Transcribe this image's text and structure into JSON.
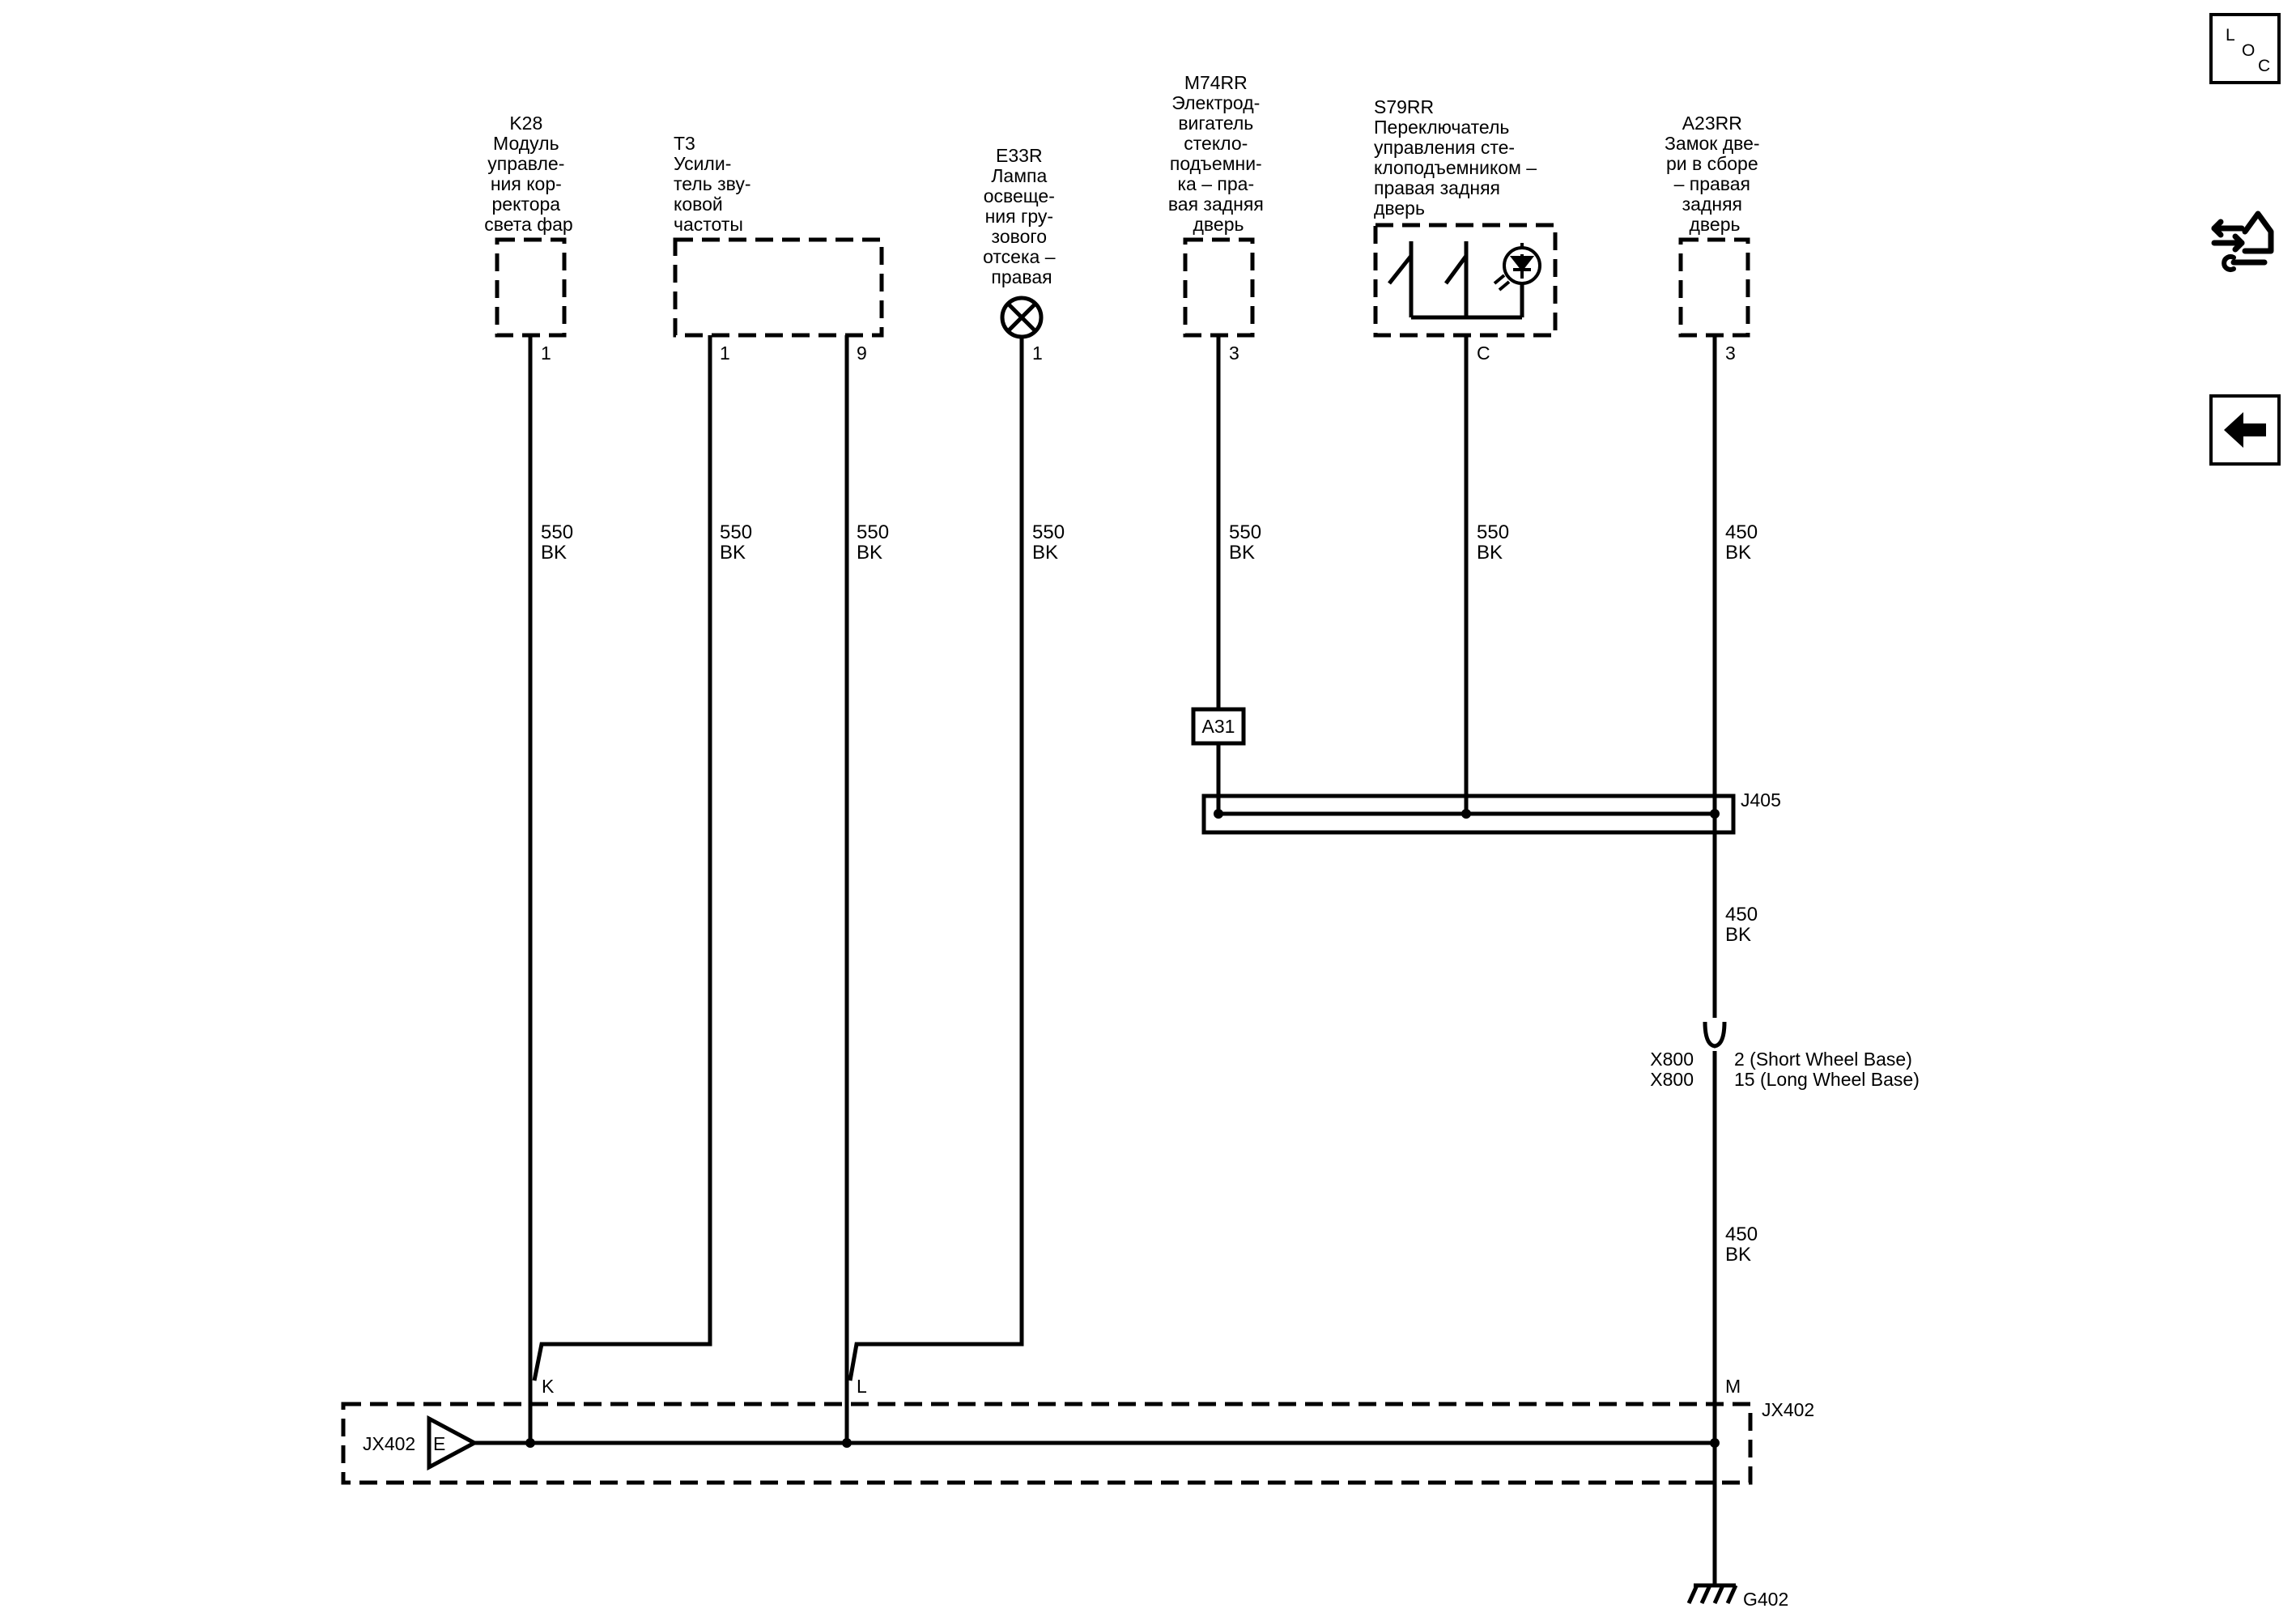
{
  "components": [
    {
      "id": "K28",
      "lines": [
        "K28",
        "Модуль",
        "управле-",
        "ния кор-",
        "ректора",
        "света фар"
      ]
    },
    {
      "id": "T3",
      "lines": [
        "T3",
        "Усили-",
        "тель зву-",
        "ковой",
        "частоты"
      ]
    },
    {
      "id": "E33R",
      "lines": [
        "E33R",
        "Лампа",
        "освеще-",
        "ния гру-",
        "зового",
        "отсека –",
        "правая"
      ]
    },
    {
      "id": "M74RR",
      "lines": [
        "M74RR",
        "Электрод-",
        "вигатель",
        "стекло-",
        "подъемни-",
        "ка – пра-",
        "вая задняя",
        "дверь"
      ]
    },
    {
      "id": "S79RR",
      "lines": [
        "S79RR",
        "Переключатель",
        "управления сте-",
        "клоподъемником –",
        "правая задняя",
        "дверь"
      ]
    },
    {
      "id": "A23RR",
      "lines": [
        "A23RR",
        "Замок две-",
        "ри в сборе",
        "– правая",
        "задняя",
        "дверь"
      ]
    }
  ],
  "pins": {
    "k28": "1",
    "t3_a": "1",
    "t3_b": "9",
    "e33r": "1",
    "m74rr": "3",
    "s79rr": "C",
    "a23rr": "3",
    "jx402_k": "K",
    "jx402_l": "L",
    "jx402_m": "M",
    "jx402_e": "E"
  },
  "wires": {
    "w1": {
      "gauge": "550",
      "color": "BK"
    },
    "w2": {
      "gauge": "550",
      "color": "BK"
    },
    "w3": {
      "gauge": "550",
      "color": "BK"
    },
    "w4": {
      "gauge": "550",
      "color": "BK"
    },
    "w5": {
      "gauge": "550",
      "color": "BK"
    },
    "w6": {
      "gauge": "550",
      "color": "BK"
    },
    "w7": {
      "gauge": "450",
      "color": "BK"
    },
    "w8": {
      "gauge": "450",
      "color": "BK"
    },
    "w9": {
      "gauge": "450",
      "color": "BK"
    }
  },
  "splices": {
    "a31": "A31",
    "j405": "J405",
    "jx402_right": "JX402",
    "jx402_left": "JX402"
  },
  "connector_x800": {
    "name_1": "X800",
    "name_2": "X800",
    "pin_1": "2 (Short Wheel Base)",
    "pin_2": "15 (Long Wheel Base)"
  },
  "ground": "G402",
  "sidebar": {
    "loc_l": "L",
    "loc_o": "O",
    "loc_c": "C",
    "icons": [
      "location-icon",
      "connector-view-icon",
      "back-arrow-icon"
    ]
  }
}
